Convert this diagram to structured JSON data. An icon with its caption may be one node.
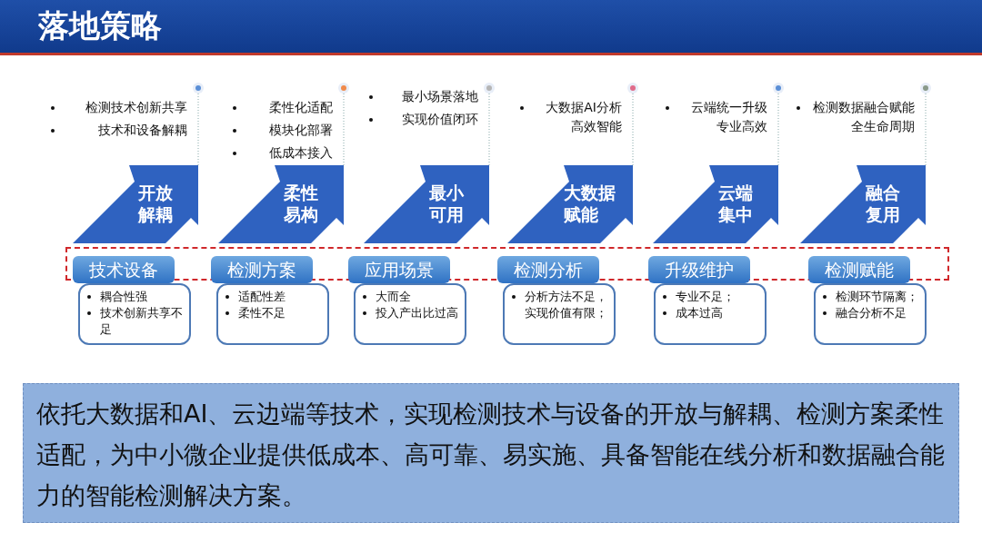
{
  "diagram": {
    "title": "落地策略",
    "nodes": [
      {
        "text": [
          "开放解耦"
        ],
        "beside": [
          "检测技术创新共享",
          "技术和设备解耦"
        ]
      },
      {
        "text": [
          "技术设备"
        ]
      },
      {
        "text": [
          "耦合性强",
          "技术创新共享不足"
        ]
      },
      {
        "text": [
          "柔性易构"
        ],
        "beside": [
          "柔性化适配",
          "模块化部署",
          "低成本接入"
        ]
      },
      {
        "text": [
          "检测方案"
        ]
      },
      {
        "text": [
          "适配性差",
          "柔性不足"
        ]
      },
      {
        "text": [
          "最小可用"
        ],
        "beside": [
          "最小场景落地",
          "实现价值闭环"
        ]
      },
      {
        "text": [
          "应用场景"
        ]
      },
      {
        "text": [
          "大而全",
          "投入产出比过高"
        ]
      },
      {
        "text": [
          "大数据赋能"
        ],
        "beside": [
          "大数据AI分析高效智能"
        ]
      },
      {
        "text": [
          "检测分析"
        ]
      },
      {
        "text": [
          "分析方法不足，实现价值有限；"
        ]
      },
      {
        "text": [
          "云端集中"
        ],
        "beside": [
          "云端统一升级专业高效"
        ]
      },
      {
        "text": [
          "升级维护"
        ]
      },
      {
        "text": [
          "专业不足；",
          "成本过高"
        ]
      },
      {
        "text": [
          "融合复用"
        ],
        "beside": [
          "检测数据融合赋能全生命周期"
        ]
      },
      {
        "text": [
          "检测赋能"
        ]
      },
      {
        "text": [
          "检测环节隔离；",
          "融合分析不足"
        ]
      },
      {
        "text": [
          "依托大数据和AI、云边端等技术，实现检测技术与设备的开放与解耦、检测方案柔性适配，为中小微企业提供低成本、高可靠、易实施、具备智能在线分析和数据融合能力的智能检测解决方案。"
        ]
      }
    ],
    "edges": []
  }
}
